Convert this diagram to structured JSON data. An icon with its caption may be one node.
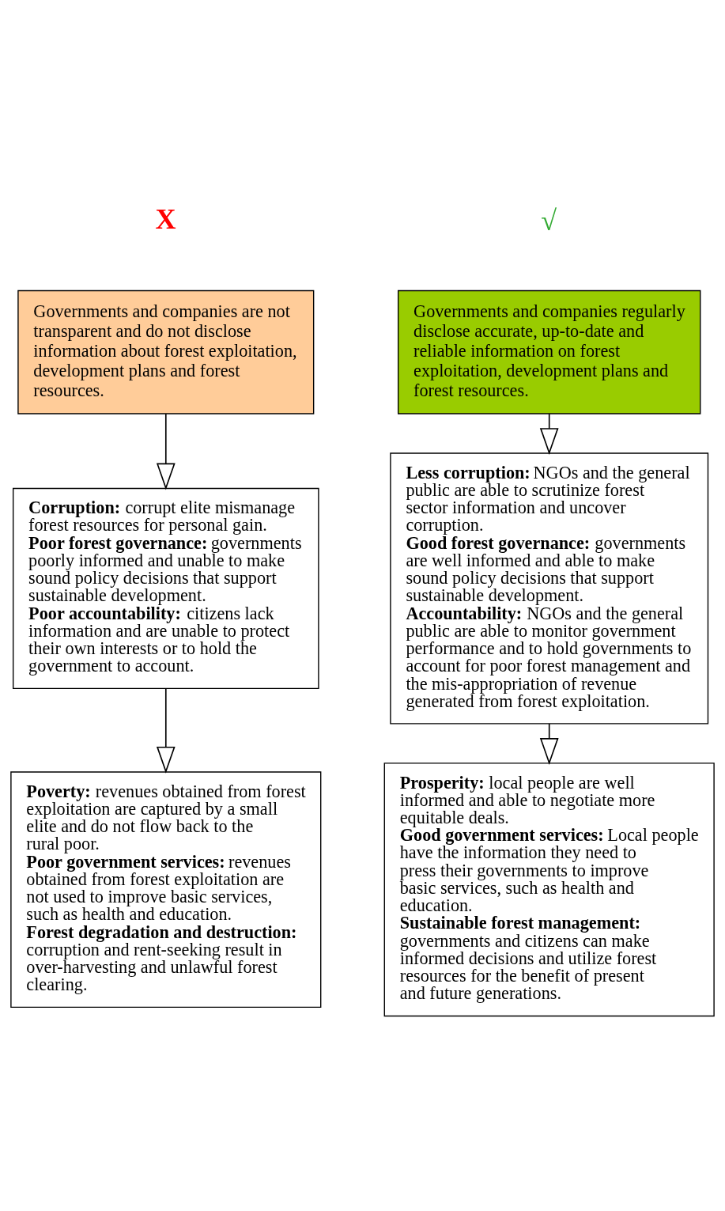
{
  "diagram": {
    "nodes": [
      {
        "text": [
          "Governments and companies are not transparent and do not disclose information about forest exploitation, development plans and forest resources."
        ]
      },
      {
        "text": [
          "**Corruption:** corrupt elite mismanage forest resources for personal gain.",
          "**Poor forest governance:** governments poorly informed and unable to make sound policy decisions that support sustainable development.",
          "**Poor accountability:** citizens lack information and are unable to protect their own interests or to hold the government to account."
        ]
      },
      {
        "text": [
          "**Poverty:** revenues obtained from forest exploitation are captured by a small elite and do not flow back to the rural poor.",
          "**Poor government services:** revenues obtained from forest exploitation are not used to improve basic services, such as health and education.",
          "**Forest degradation and destruction:** corruption and rent-seeking result in over-harvesting and unlawful forest clearing."
        ]
      },
      {
        "text": [
          "Governments and companies regularly disclose accurate, up-to-date and reliable information on forest exploitation, development plans and forest resources."
        ]
      },
      {
        "text": [
          "**Less corruption:** NGOs and the general public are able to scrutinize forest sector information and uncover corruption.",
          "**Good forest governance:** governments are well informed and able to make sound policy decisions that support sustainable development.",
          "**Accountability:** NGOs and the general public are able to monitor government performance and to hold governments to account for poor forest management and the mis-appropriation of revenue generated from forest exploitation."
        ]
      },
      {
        "text": [
          "**Prosperity:** local people are well informed and able to negotiate more equitable deals.",
          "**Good government services:** Local people have the information they need to press their governments to improve basic services, such as health and education.",
          "**Sustainable forest management:** governments and citizens can make informed decisions and utilize forest resources for the benefit of present and future generations."
        ]
      }
    ],
    "edges": [
      {
        "from": 0,
        "to": 1,
        "arrow": "to"
      },
      {
        "from": 1,
        "to": 2,
        "arrow": "to"
      },
      {
        "from": 3,
        "to": 4,
        "arrow": "to"
      },
      {
        "from": 4,
        "to": 5,
        "arrow": "to"
      }
    ],
    "labels": [
      "X",
      "√"
    ]
  }
}
